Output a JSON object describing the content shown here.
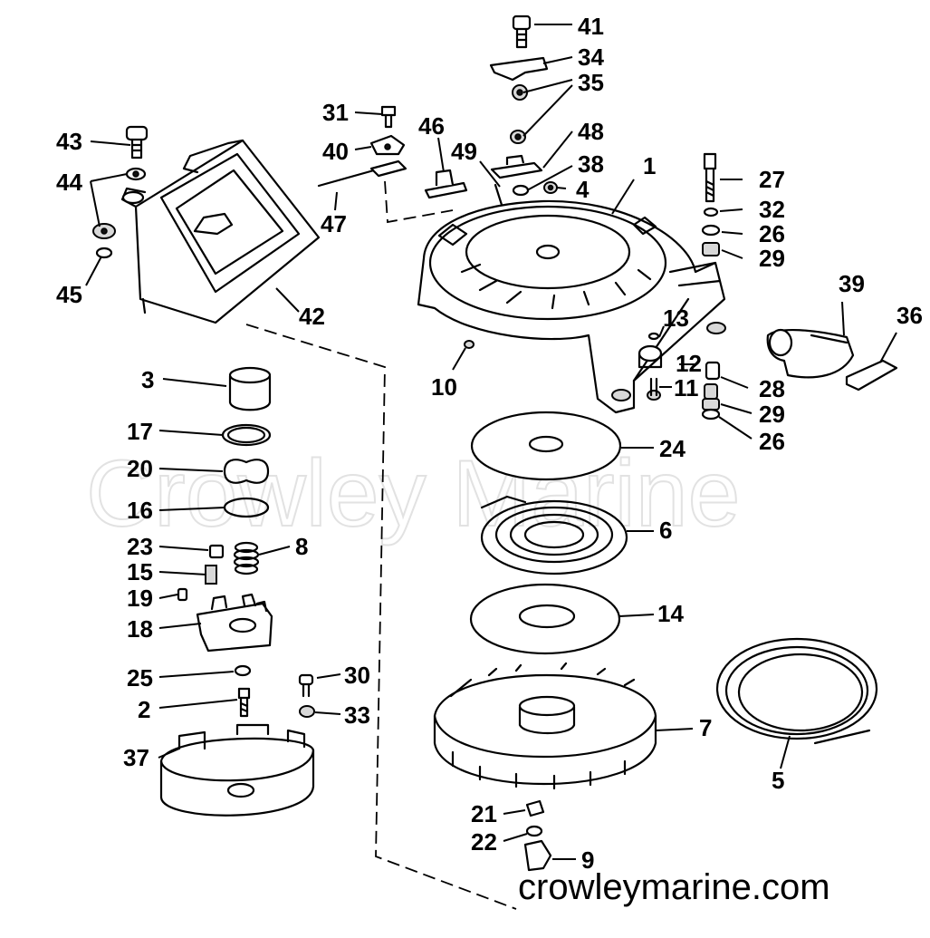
{
  "watermark": "Crowley Marine",
  "website": "crowleymarine.com",
  "callouts": [
    {
      "id": "1",
      "text": "1"
    },
    {
      "id": "2",
      "text": "2"
    },
    {
      "id": "3",
      "text": "3"
    },
    {
      "id": "4",
      "text": "4"
    },
    {
      "id": "5",
      "text": "5"
    },
    {
      "id": "6",
      "text": "6"
    },
    {
      "id": "7",
      "text": "7"
    },
    {
      "id": "8",
      "text": "8"
    },
    {
      "id": "9",
      "text": "9"
    },
    {
      "id": "10",
      "text": "10"
    },
    {
      "id": "11",
      "text": "11"
    },
    {
      "id": "12",
      "text": "12"
    },
    {
      "id": "13",
      "text": "13"
    },
    {
      "id": "14",
      "text": "14"
    },
    {
      "id": "15",
      "text": "15"
    },
    {
      "id": "16",
      "text": "16"
    },
    {
      "id": "17",
      "text": "17"
    },
    {
      "id": "18",
      "text": "18"
    },
    {
      "id": "19",
      "text": "19"
    },
    {
      "id": "20",
      "text": "20"
    },
    {
      "id": "21",
      "text": "21"
    },
    {
      "id": "22",
      "text": "22"
    },
    {
      "id": "23",
      "text": "23"
    },
    {
      "id": "24",
      "text": "24"
    },
    {
      "id": "25",
      "text": "25"
    },
    {
      "id": "26a",
      "text": "26"
    },
    {
      "id": "26b",
      "text": "26"
    },
    {
      "id": "27",
      "text": "27"
    },
    {
      "id": "28",
      "text": "28"
    },
    {
      "id": "29a",
      "text": "29"
    },
    {
      "id": "29b",
      "text": "29"
    },
    {
      "id": "30",
      "text": "30"
    },
    {
      "id": "31",
      "text": "31"
    },
    {
      "id": "32",
      "text": "32"
    },
    {
      "id": "33",
      "text": "33"
    },
    {
      "id": "34",
      "text": "34"
    },
    {
      "id": "35",
      "text": "35"
    },
    {
      "id": "36",
      "text": "36"
    },
    {
      "id": "37",
      "text": "37"
    },
    {
      "id": "38",
      "text": "38"
    },
    {
      "id": "39",
      "text": "39"
    },
    {
      "id": "40",
      "text": "40"
    },
    {
      "id": "41",
      "text": "41"
    },
    {
      "id": "42",
      "text": "42"
    },
    {
      "id": "43",
      "text": "43"
    },
    {
      "id": "44",
      "text": "44"
    },
    {
      "id": "45",
      "text": "45"
    },
    {
      "id": "46",
      "text": "46"
    },
    {
      "id": "47",
      "text": "47"
    },
    {
      "id": "48",
      "text": "48"
    },
    {
      "id": "49",
      "text": "49"
    }
  ]
}
